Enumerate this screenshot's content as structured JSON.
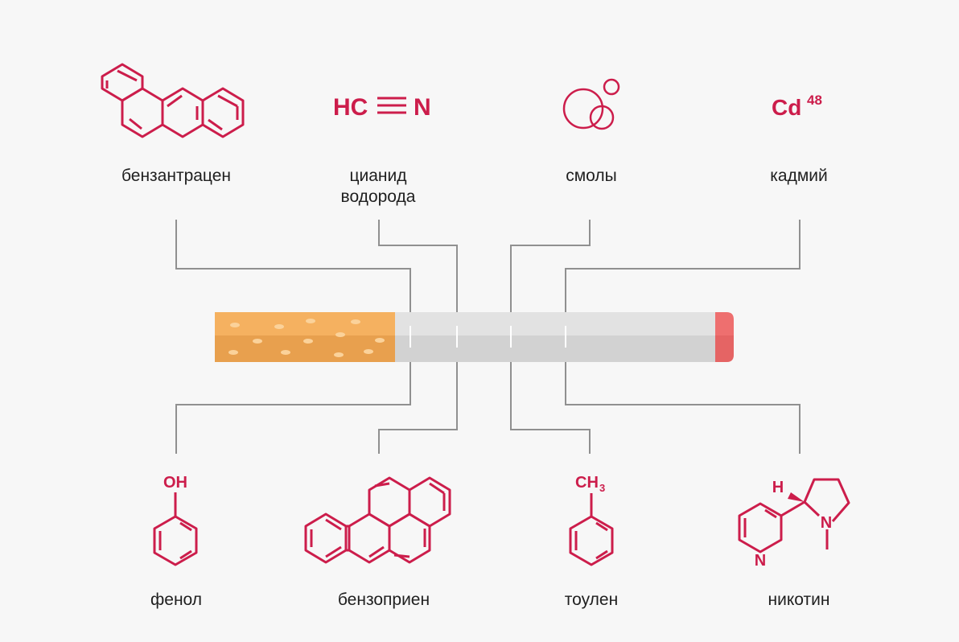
{
  "colors": {
    "accent": "#cc1d4b",
    "line": "#909090",
    "background": "#f7f7f7",
    "filter": "#f1a854",
    "paper": "#dedede",
    "ember": "#ee6f6f"
  },
  "compounds": {
    "benzanthracene": {
      "label": "бензантрацен"
    },
    "hydrogen_cyanide": {
      "label": "цианид водорода",
      "formula_left": "HC",
      "formula_right": "N"
    },
    "resins": {
      "label": "смолы"
    },
    "cadmium": {
      "label": "кадмий",
      "symbol": "Cd",
      "number": "48"
    },
    "phenol": {
      "label": "фенол",
      "group": "OH"
    },
    "benzopyrene": {
      "label": "бензоприен"
    },
    "toluene": {
      "label": "тоулен",
      "group": "CH",
      "subscript": "3"
    },
    "nicotine": {
      "label": "никотин",
      "h": "H",
      "n_ring": "N",
      "n_pyridine": "N"
    }
  }
}
